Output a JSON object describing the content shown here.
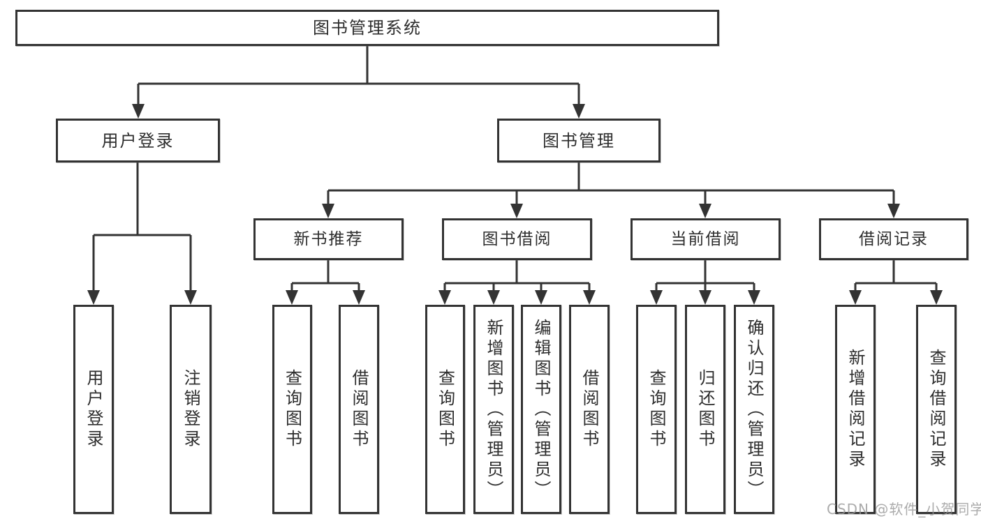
{
  "watermark": "CSDN @软件_小贺同学",
  "colors": {
    "line": "#333333",
    "text": "#2d2d2d",
    "background": "#ffffff",
    "watermark": "#969696"
  },
  "tree": {
    "root": {
      "label": "图书管理系统",
      "children": [
        {
          "label": "用户登录",
          "children": [
            {
              "label": "用户登录"
            },
            {
              "label": "注销登录"
            }
          ]
        },
        {
          "label": "图书管理",
          "children": [
            {
              "label": "新书推荐",
              "children": [
                {
                  "label": "查询图书"
                },
                {
                  "label": "借阅图书"
                }
              ]
            },
            {
              "label": "图书借阅",
              "children": [
                {
                  "label": "查询图书"
                },
                {
                  "label": "新增图书（管理员）"
                },
                {
                  "label": "编辑图书（管理员）"
                },
                {
                  "label": "借阅图书"
                }
              ]
            },
            {
              "label": "当前借阅",
              "children": [
                {
                  "label": "查询图书"
                },
                {
                  "label": "归还图书"
                },
                {
                  "label": "确认归还（管理员）"
                }
              ]
            },
            {
              "label": "借阅记录",
              "children": [
                {
                  "label": "新增借阅记录"
                },
                {
                  "label": "查询借阅记录"
                }
              ]
            }
          ]
        }
      ]
    }
  }
}
